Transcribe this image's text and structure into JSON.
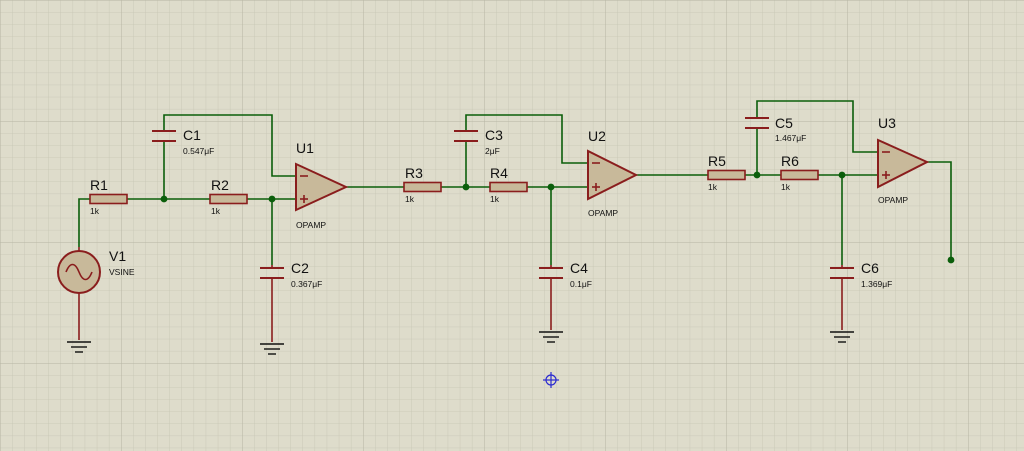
{
  "colors": {
    "background": "#dedccb",
    "grid_minor": "#c6c5b3",
    "grid_major": "#b6b5a3",
    "wire": "#0b5e0b",
    "component": "#8a1d1d",
    "body_fill": "#c8b99a",
    "marker": "#2a2ad0"
  },
  "components": {
    "v1": {
      "ref": "V1",
      "value": "VSINE"
    },
    "r1": {
      "ref": "R1",
      "value": "1k"
    },
    "r2": {
      "ref": "R2",
      "value": "1k"
    },
    "r3": {
      "ref": "R3",
      "value": "1k"
    },
    "r4": {
      "ref": "R4",
      "value": "1k"
    },
    "r5": {
      "ref": "R5",
      "value": "1k"
    },
    "r6": {
      "ref": "R6",
      "value": "1k"
    },
    "c1": {
      "ref": "C1",
      "value": "0.547μF"
    },
    "c2": {
      "ref": "C2",
      "value": "0.367μF"
    },
    "c3": {
      "ref": "C3",
      "value": "2μF"
    },
    "c4": {
      "ref": "C4",
      "value": "0.1μF"
    },
    "c5": {
      "ref": "C5",
      "value": "1.467μF"
    },
    "c6": {
      "ref": "C6",
      "value": "1.369μF"
    },
    "u1": {
      "ref": "U1",
      "value": "OPAMP"
    },
    "u2": {
      "ref": "U2",
      "value": "OPAMP"
    },
    "u3": {
      "ref": "U3",
      "value": "OPAMP"
    }
  }
}
